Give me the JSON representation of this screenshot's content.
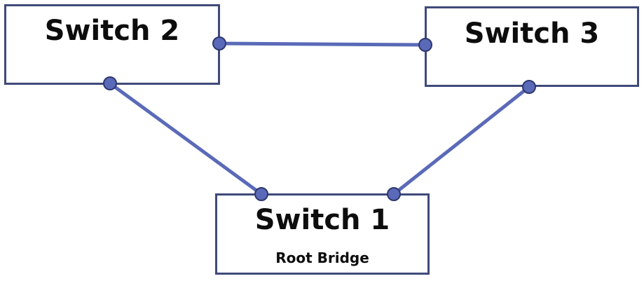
{
  "switches": {
    "switch2": {
      "title": "Switch 2"
    },
    "switch3": {
      "title": "Switch 3"
    },
    "switch1": {
      "title": "Switch 1",
      "subtitle": "Root Bridge"
    }
  },
  "colors": {
    "box_border": "#3f4a7a",
    "link": "#5a6ab8",
    "port_fill": "#5a6ab8",
    "port_stroke": "#2e3770"
  }
}
